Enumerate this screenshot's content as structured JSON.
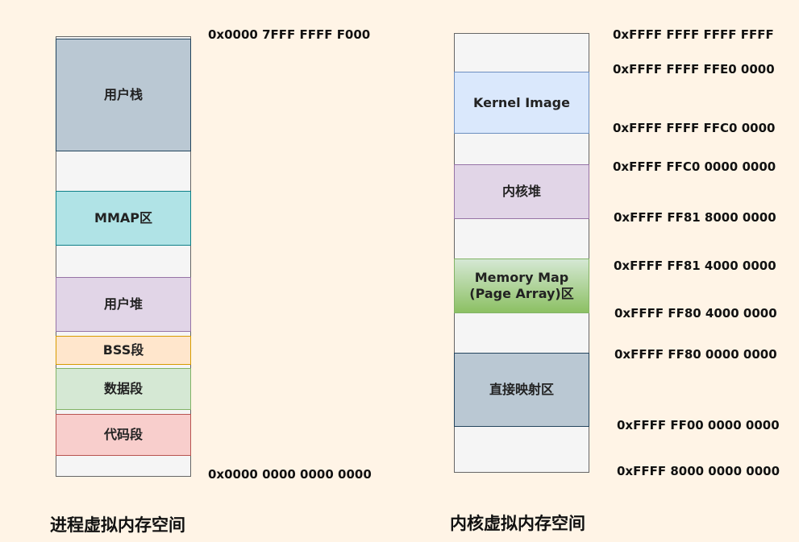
{
  "process": {
    "title": "进程虚拟内存空间",
    "segments": {
      "user_stack": "用户栈",
      "mmap": "MMAP区",
      "user_heap": "用户堆",
      "bss": "BSS段",
      "data": "数据段",
      "code": "代码段"
    },
    "addresses": {
      "top": "0x0000 7FFF FFFF F000",
      "bottom": "0x0000 0000 0000 0000"
    }
  },
  "kernel": {
    "title": "内核虚拟内存空间",
    "segments": {
      "kernel_image": "Kernel Image",
      "kernel_heap": "内核堆",
      "memory_map_line1": "Memory Map",
      "memory_map_line2": "(Page Array)区",
      "direct_map": "直接映射区"
    },
    "addresses": [
      "0xFFFF FFFF FFFF FFFF",
      "0xFFFF FFFF FFE0 0000",
      "0xFFFF FFFF FFC0 0000",
      "0xFFFF FFC0 0000 0000",
      "0xFFFF FF81 8000 0000",
      "0xFFFF FF81 4000 0000",
      "0xFFFF FF80 4000 0000",
      "0xFFFF FF80 0000 0000",
      "0xFFFF FF00 0000 0000",
      "0xFFFF 8000 0000 0000"
    ]
  },
  "colors": {
    "background": "#fff4e6",
    "user_stack": "#bac8d3",
    "mmap": "#b0e3e6",
    "user_heap": "#e1d5e7",
    "bss": "#ffe6cc",
    "data": "#d5e8d4",
    "code": "#f8cecc",
    "kernel_image": "#dae8fc",
    "memory_map": "#8cc063"
  }
}
